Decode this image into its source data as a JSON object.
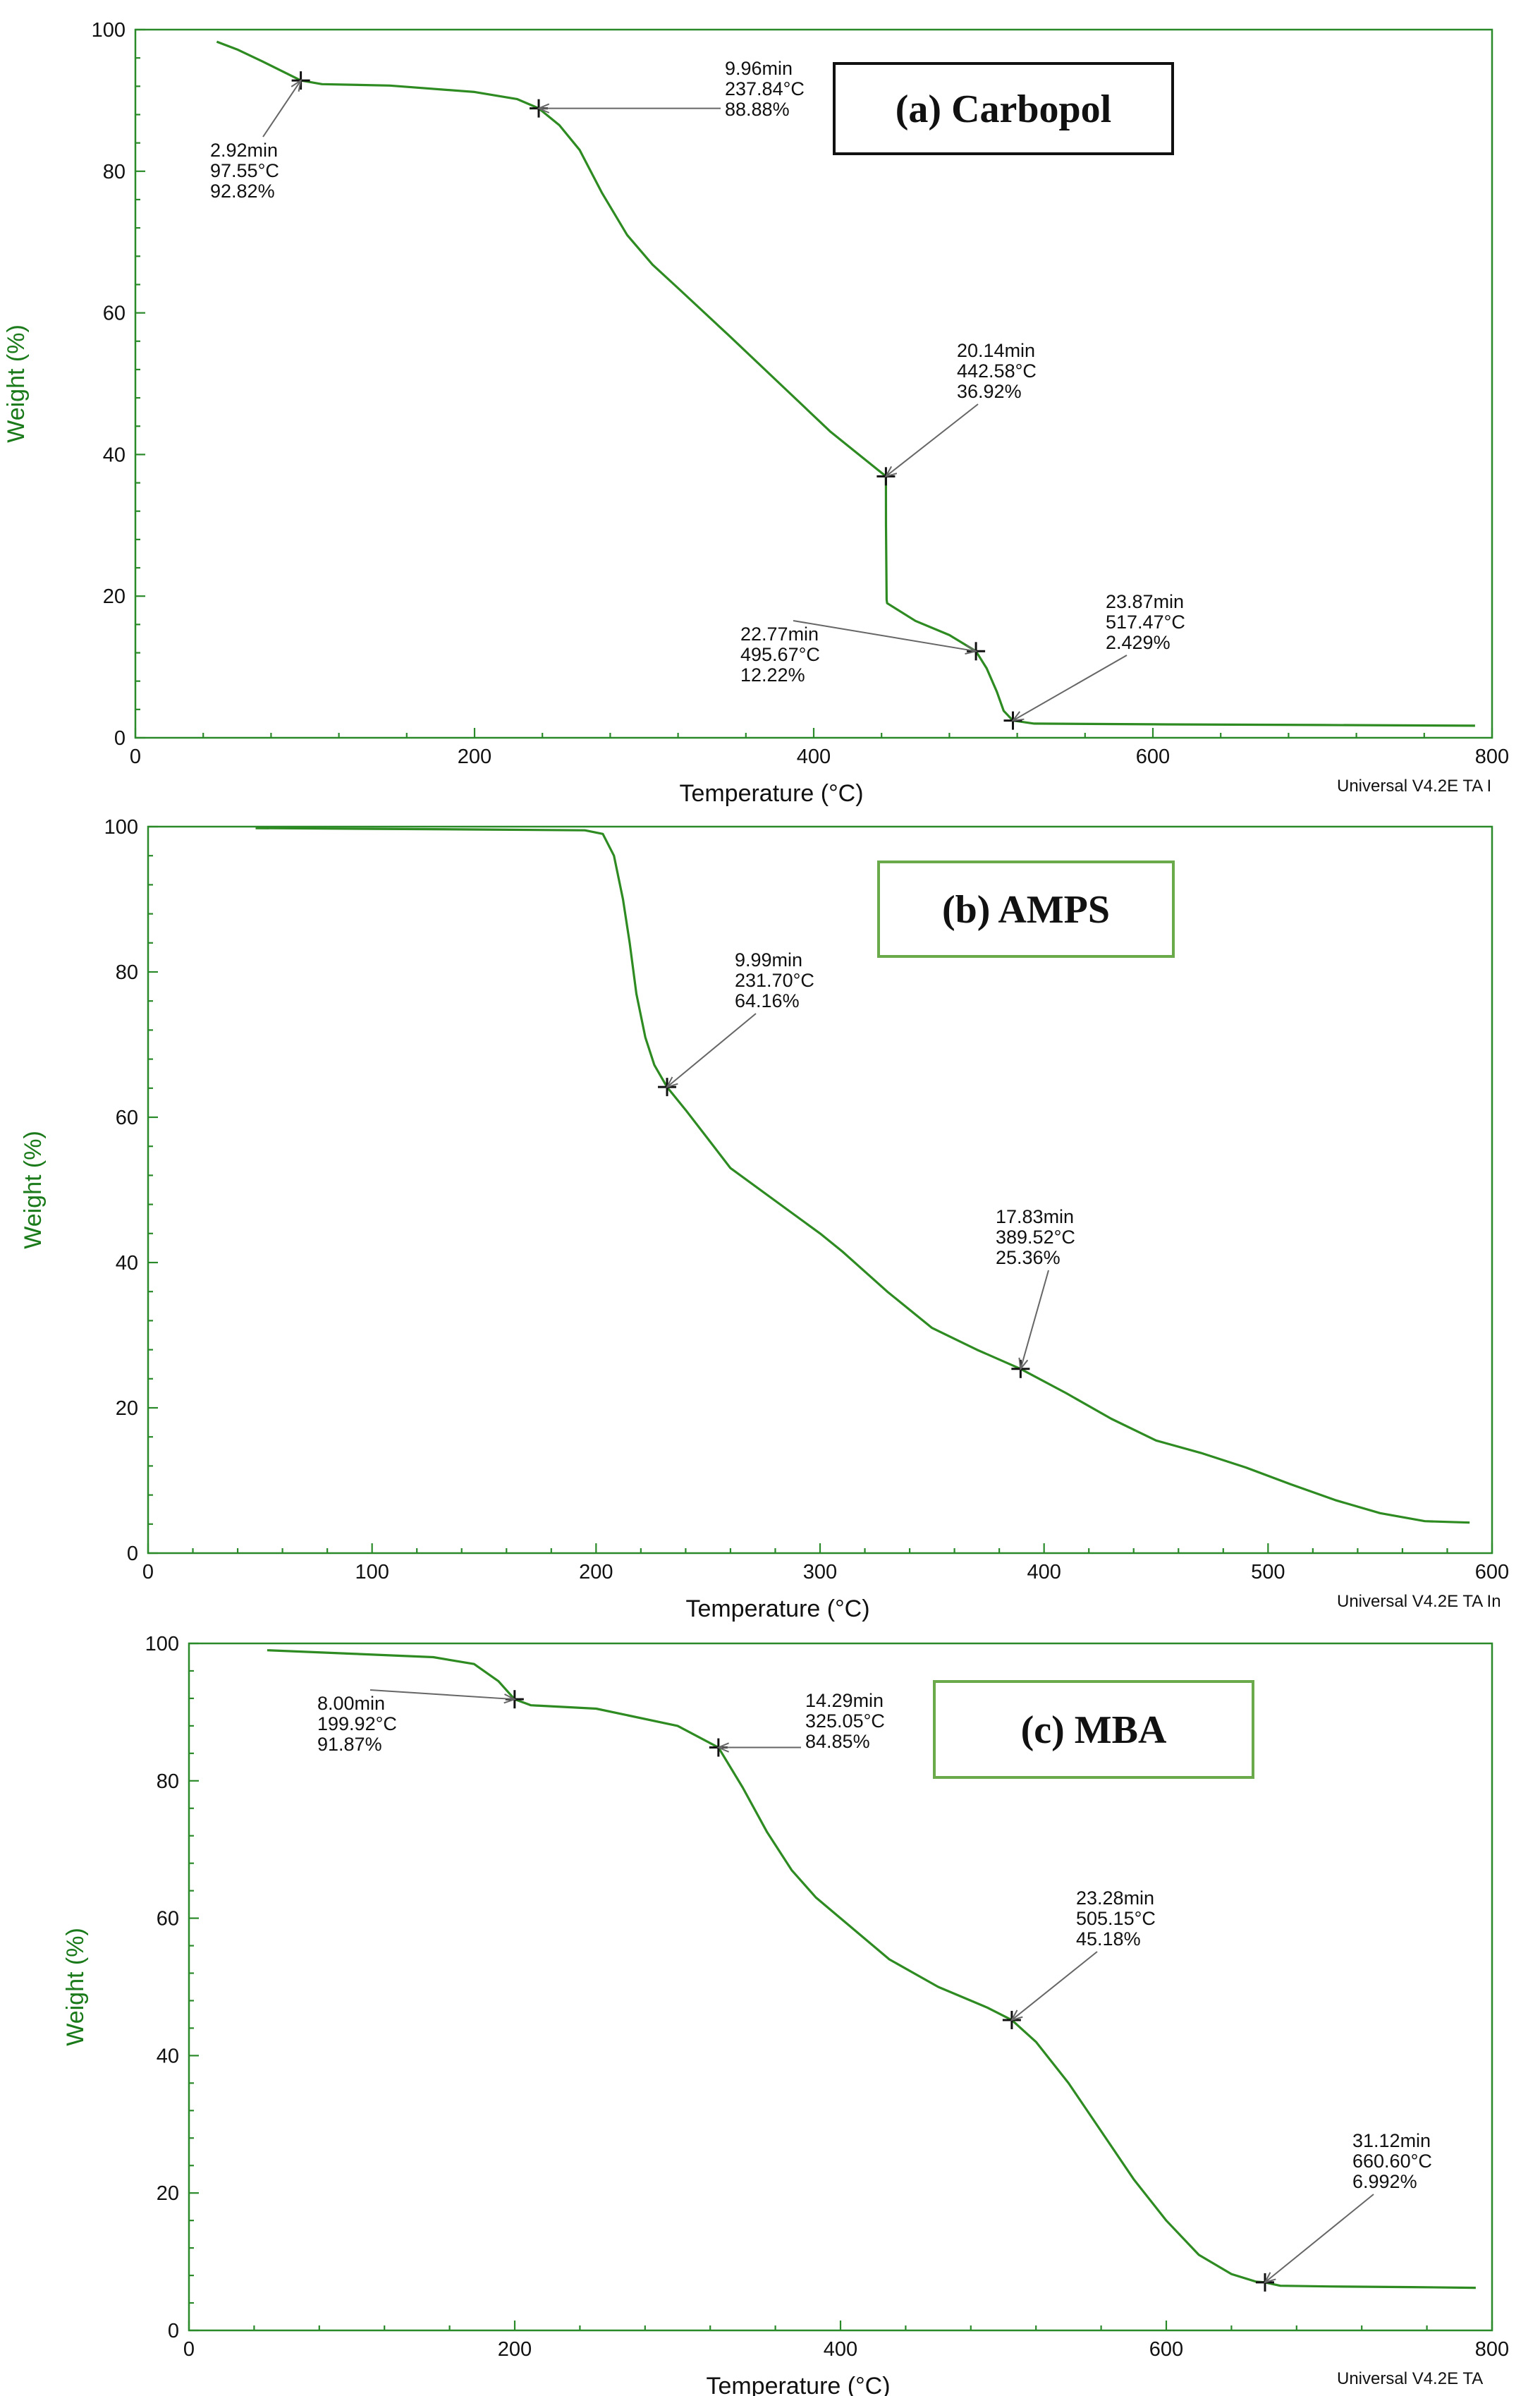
{
  "chart_data": [
    {
      "type": "line",
      "title": "(a) Carbopol",
      "title_box_color": "#111111",
      "xlabel": "Temperature (°C)",
      "ylabel": "Weight (%)",
      "xlim": [
        0,
        800
      ],
      "ylim": [
        0,
        100
      ],
      "xticks": [
        0,
        200,
        400,
        600,
        800
      ],
      "yticks": [
        0,
        20,
        40,
        60,
        80,
        100
      ],
      "footer": "Universal V4.2E TA I",
      "line_color": "#2e8b22",
      "series": [
        {
          "x": [
            48,
            60,
            75,
            97.55,
            110,
            150,
            200,
            225,
            237.84,
            250,
            262,
            275,
            290,
            305,
            320,
            350,
            380,
            410,
            438,
            442.58,
            442.6,
            443,
            443.3,
            460,
            480,
            495.67,
            502,
            508,
            512,
            517.47,
            530,
            600,
            700,
            790
          ],
          "y": [
            98.3,
            97.2,
            95.5,
            92.82,
            92.3,
            92.1,
            91.2,
            90.2,
            88.88,
            86.5,
            83,
            77,
            71,
            66.8,
            63.5,
            56.8,
            50,
            43.2,
            37.8,
            36.92,
            30,
            19.5,
            19,
            16.5,
            14.5,
            12.22,
            9.8,
            6.5,
            3.8,
            2.429,
            2.0,
            1.9,
            1.8,
            1.7
          ]
        }
      ],
      "annotations": [
        {
          "x": 97.55,
          "y": 92.82,
          "lines": [
            "2.92min",
            "97.55°C",
            "92.82%"
          ]
        },
        {
          "x": 237.84,
          "y": 88.88,
          "lines": [
            "9.96min",
            "237.84°C",
            "88.88%"
          ]
        },
        {
          "x": 442.58,
          "y": 36.92,
          "lines": [
            "20.14min",
            "442.58°C",
            "36.92%"
          ]
        },
        {
          "x": 495.67,
          "y": 12.22,
          "lines": [
            "22.77min",
            "495.67°C",
            "12.22%"
          ]
        },
        {
          "x": 517.47,
          "y": 2.429,
          "lines": [
            "23.87min",
            "517.47°C",
            "2.429%"
          ]
        }
      ]
    },
    {
      "type": "line",
      "title": "(b) AMPS",
      "title_box_color": "#6aaa4a",
      "xlabel": "Temperature (°C)",
      "ylabel": "Weight (%)",
      "xlim": [
        0,
        600
      ],
      "ylim": [
        0,
        100
      ],
      "xticks": [
        0,
        100,
        200,
        300,
        400,
        500,
        600
      ],
      "yticks": [
        0,
        20,
        40,
        60,
        80,
        100
      ],
      "footer": "Universal V4.2E TA In",
      "line_color": "#2e8b22",
      "series": [
        {
          "x": [
            48,
            100,
            150,
            195,
            203,
            208,
            212,
            215,
            218,
            222,
            226,
            231.7,
            240,
            250,
            260,
            280,
            300,
            310,
            330,
            350,
            370,
            389.52,
            410,
            430,
            450,
            470,
            490,
            510,
            530,
            550,
            570,
            590
          ],
          "y": [
            99.8,
            99.7,
            99.6,
            99.5,
            99,
            96,
            90,
            84,
            77,
            71,
            67.2,
            64.16,
            61,
            57,
            53,
            48.5,
            44,
            41.5,
            36,
            31,
            28,
            25.36,
            22,
            18.5,
            15.5,
            13.8,
            11.8,
            9.5,
            7.3,
            5.5,
            4.4,
            4.2
          ]
        }
      ],
      "annotations": [
        {
          "x": 231.7,
          "y": 64.16,
          "lines": [
            "9.99min",
            "231.70°C",
            "64.16%"
          ]
        },
        {
          "x": 389.52,
          "y": 25.36,
          "lines": [
            "17.83min",
            "389.52°C",
            "25.36%"
          ]
        }
      ]
    },
    {
      "type": "line",
      "title": "(c) MBA",
      "title_box_color": "#6aaa4a",
      "xlabel": "Temperature (°C)",
      "ylabel": "Weight (%)",
      "xlim": [
        0,
        800
      ],
      "ylim": [
        0,
        100
      ],
      "xticks": [
        0,
        200,
        400,
        600,
        800
      ],
      "yticks": [
        0,
        20,
        40,
        60,
        80,
        100
      ],
      "footer": "Universal V4.2E TA",
      "line_color": "#2e8b22",
      "series": [
        {
          "x": [
            48,
            100,
            150,
            175,
            190,
            199.92,
            210,
            250,
            300,
            325.05,
            340,
            355,
            370,
            385,
            400,
            430,
            460,
            490,
            505.15,
            520,
            540,
            560,
            580,
            600,
            620,
            640,
            655,
            660.6,
            670,
            700,
            750,
            790
          ],
          "y": [
            99,
            98.5,
            98,
            97,
            94.5,
            91.87,
            91,
            90.5,
            88,
            84.85,
            79,
            72.5,
            67,
            63,
            60,
            54,
            50,
            47,
            45.18,
            42,
            36,
            29,
            22,
            16,
            11,
            8.2,
            7.1,
            6.992,
            6.5,
            6.4,
            6.3,
            6.2
          ]
        }
      ],
      "annotations": [
        {
          "x": 199.92,
          "y": 91.87,
          "lines": [
            "8.00min",
            "199.92°C",
            "91.87%"
          ]
        },
        {
          "x": 325.05,
          "y": 84.85,
          "lines": [
            "14.29min",
            "325.05°C",
            "84.85%"
          ]
        },
        {
          "x": 505.15,
          "y": 45.18,
          "lines": [
            "23.28min",
            "505.15°C",
            "45.18%"
          ]
        },
        {
          "x": 660.6,
          "y": 6.992,
          "lines": [
            "31.12min",
            "660.60°C",
            "6.992%"
          ]
        }
      ]
    }
  ]
}
